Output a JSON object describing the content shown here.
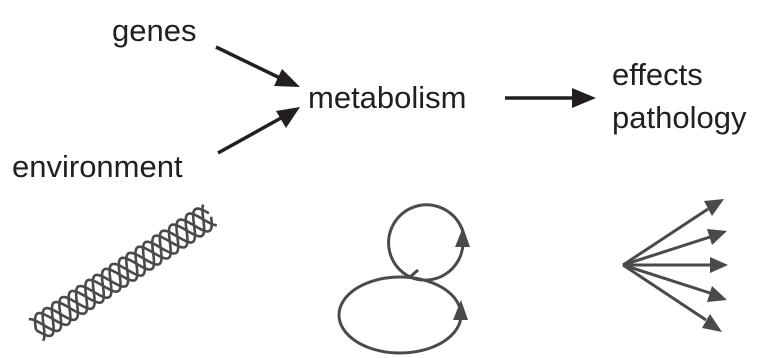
{
  "labels": {
    "genes": "genes",
    "environment": "environment",
    "metabolism": "metabolism",
    "effects": "effects",
    "pathology": "pathology"
  },
  "icons": {
    "left": "dna-double-helix-icon",
    "middle": "feedback-loops-icon",
    "right": "diverging-arrows-icon"
  },
  "colors": {
    "text": "#231f20",
    "icon": "#4a4a4a",
    "background": "#ffffff"
  }
}
